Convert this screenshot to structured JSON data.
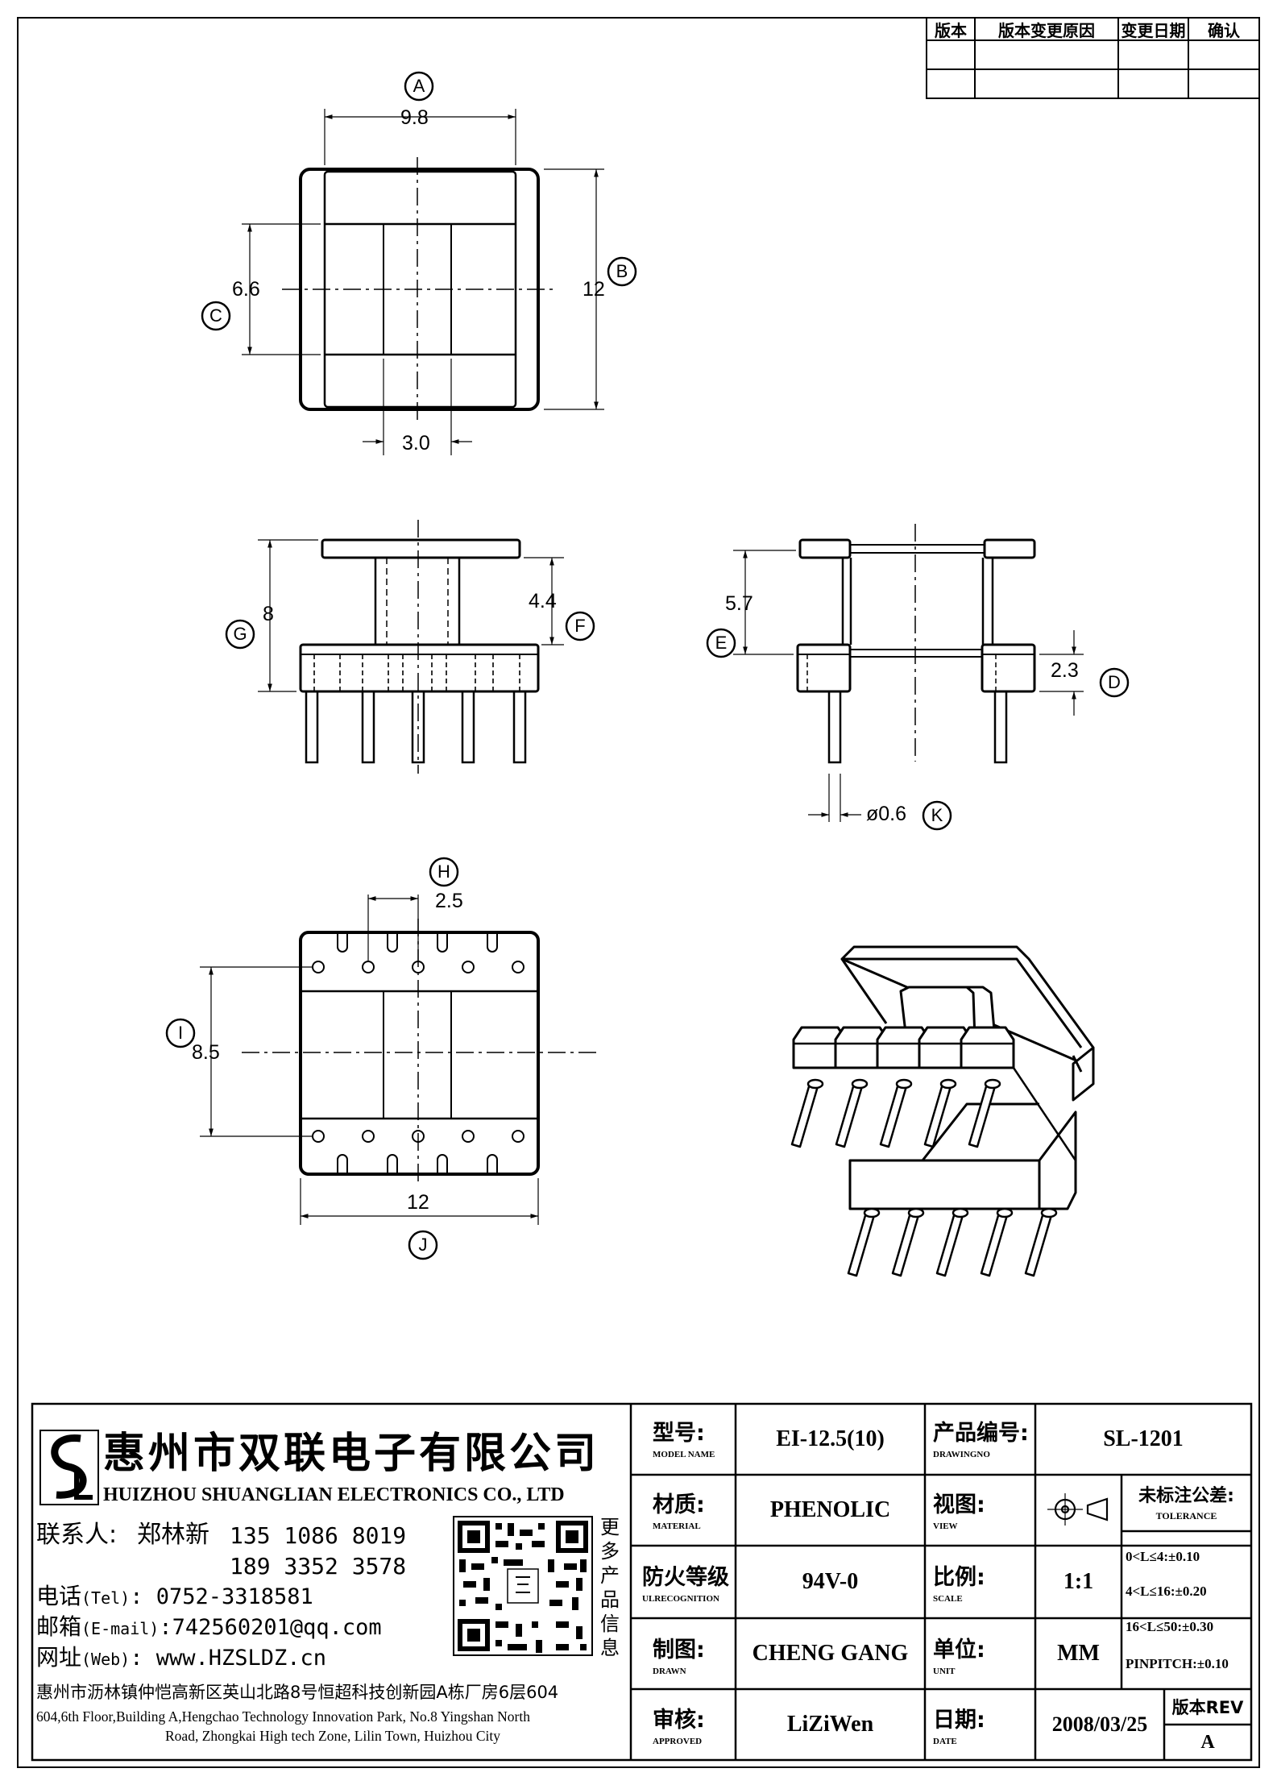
{
  "revision_table": {
    "headers": [
      "版本",
      "版本变更原因",
      "变更日期",
      "确认"
    ]
  },
  "dimensions": {
    "A": "A",
    "B": "B",
    "C": "C",
    "D": "D",
    "E": "E",
    "F": "F",
    "G": "G",
    "H": "H",
    "I": "I",
    "J": "J",
    "K": "K",
    "top_width": "9.8",
    "top_height": "12",
    "center_c": "6.6",
    "slot_width": "3.0",
    "front_height": "8",
    "front_f": "4.4",
    "side_e": "5.7",
    "side_d": "2.3",
    "pin_dia": "ø0.6",
    "pitch": "2.5",
    "bottom_i": "8.5",
    "bottom_width": "12"
  },
  "company": {
    "name_cn": "惠州市双联电子有限公司",
    "name_en": "HUIZHOU SHUANGLIAN ELECTRONICS CO., LTD",
    "contact_label": "联系人:",
    "contact_name": "郑林新",
    "phone1": "135 1086 8019",
    "phone2": "189 3352 3578",
    "tel_label": "电话",
    "tel_en": "(Tel)",
    "tel": ": 0752-3318581",
    "email_label": "邮箱",
    "email_en": "(E-mail)",
    "email": ":742560201@qq.com",
    "web_label": "网址",
    "web_en": "(Web)",
    "web": ": www.HZSLDZ.cn",
    "qr_note": [
      "更",
      "多",
      "产",
      "品",
      "信",
      "息"
    ],
    "address_cn": "惠州市沥林镇仲恺高新区英山北路8号恒超科技创新园A栋厂房6层604",
    "address_en_1": "604,6th Floor,Building A,Hengchao Technology Innovation Park, No.8 Yingshan North",
    "address_en_2": "Road, Zhongkai High tech Zone, Lilin Town, Huizhou City"
  },
  "title_block": {
    "model_label": "型号:",
    "model_label_en": "MODEL NAME",
    "model": "EI-12.5(10)",
    "drawing_label": "产品编号:",
    "drawing_label_en": "DRAWINGNO",
    "drawing_no": "SL-1201",
    "material_label": "材质:",
    "material_label_en": "MATERIAL",
    "material": "PHENOLIC",
    "view_label": "视图:",
    "view_label_en": "VIEW",
    "tolerance_label": "未标注公差:",
    "tolerance_label_en": "TOLERANCE",
    "tolerances": [
      "0<L≤4:±0.10",
      "4<L≤16:±0.20",
      "16<L≤50:±0.30",
      "PINPITCH:±0.10"
    ],
    "flame_label": "防火等级",
    "flame_label_en": "ULRECOGNITION",
    "flame": "94V-0",
    "scale_label": "比例:",
    "scale_label_en": "SCALE",
    "scale": "1:1",
    "drawn_label": "制图:",
    "drawn_label_en": "DRAWN",
    "drawn": "CHENG GANG",
    "unit_label": "单位:",
    "unit_label_en": "UNIT",
    "unit": "MM",
    "approved_label": "审核:",
    "approved_label_en": "APPROVED",
    "approved": "LiZiWen",
    "date_label": "日期:",
    "date_label_en": "DATE",
    "date": "2008/03/25",
    "rev_label": "版本REV",
    "rev": "A"
  }
}
